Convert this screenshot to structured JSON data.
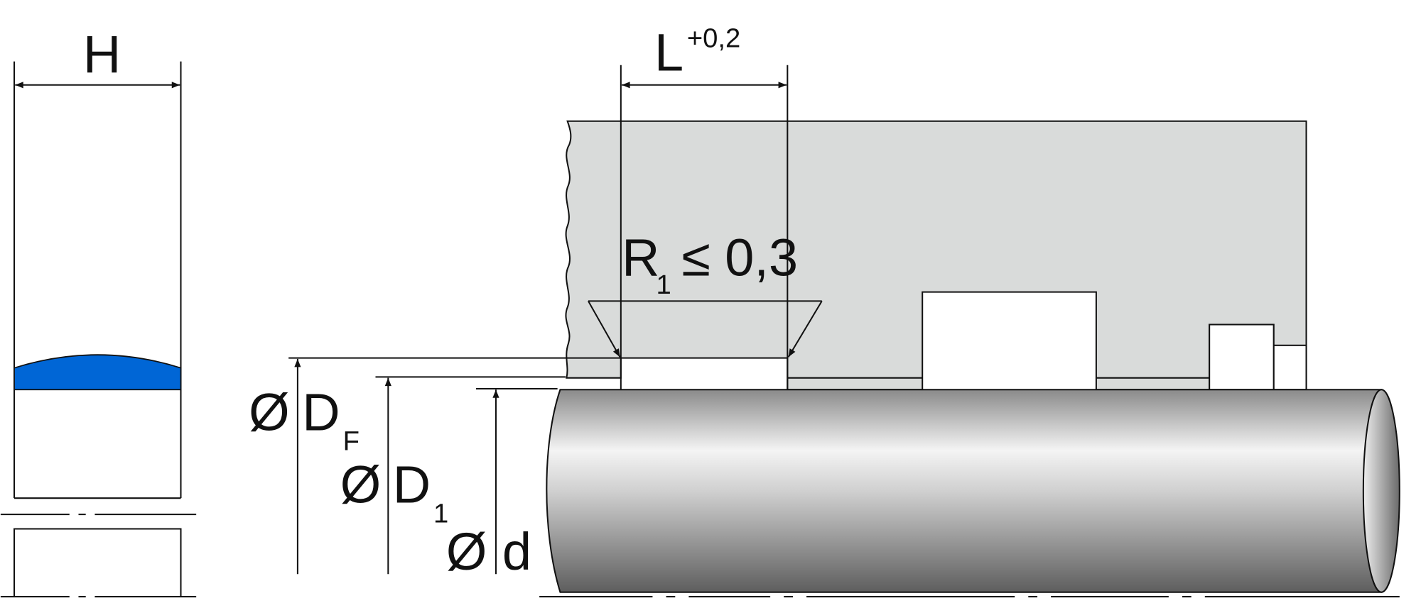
{
  "drawing": {
    "seal_width_label": "H",
    "groove_length_label": "L",
    "groove_length_tolerance": "+0,2",
    "radius_label": "R",
    "radius_subscript": "1",
    "radius_limit": "≤ 0,3",
    "diam_symbol": "Ø",
    "groove_diameter_label": "D",
    "groove_diameter_subscript": "F",
    "bore_diameter_label": "D",
    "bore_diameter_subscript": "1",
    "shaft_diameter_label": "d"
  },
  "colors": {
    "seal": "#0066d6",
    "housing": "#d9dbda",
    "line": "#111111"
  }
}
